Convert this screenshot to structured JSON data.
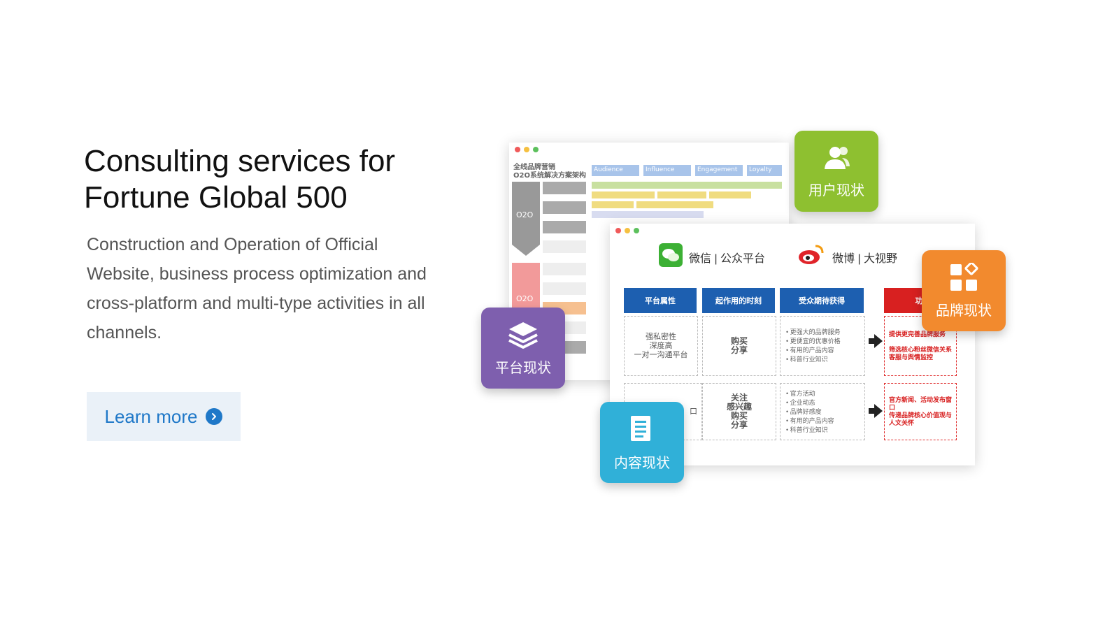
{
  "hero": {
    "title_line1": "Consulting services for",
    "title_line2": "Fortune Global 500",
    "description": "Construction and Operation of Official Website, business process optimization and cross-platform and multi-type activities in all channels.",
    "cta_label": "Learn more",
    "cta_icon": "chevron-right-icon"
  },
  "tiles": {
    "user": {
      "label": "用户现状",
      "icon": "user-group-icon"
    },
    "brand": {
      "label": "品牌现状",
      "icon": "apps-grid-icon"
    },
    "platform": {
      "label": "平台现状",
      "icon": "layers-icon"
    },
    "content": {
      "label": "内容现状",
      "icon": "document-icon"
    }
  },
  "back_panel": {
    "title1": "全线品牌营销",
    "title2": "O2O系统解决方案架构",
    "columns": [
      "Audience",
      "Influence",
      "Engagement",
      "Loyalty"
    ],
    "side1": "O2O",
    "side2": "O2O"
  },
  "front_panel": {
    "wechat": "微信 | 公众平台",
    "weibo": "微博 | 大视野",
    "headers": [
      "平台属性",
      "起作用的时刻",
      "受众期待获得",
      "功"
    ],
    "row1": {
      "col1": "强私密性\n深度高\n一对一沟通平台",
      "col2": "购买\n分享",
      "col3": "• 更强大的品牌服务\n• 更便宜的优惠价格\n• 有用的产品内容\n• 科普行业知识",
      "col4": "提供更完善品牌服务\n\n筛选核心粉丝微信关系\n客服与舆情监控"
    },
    "row2": {
      "col1": "口",
      "col2": "关注\n感兴趣\n购买\n分享",
      "col3": "• 官方活动\n• 企业动态\n• 品牌好感度\n• 有用的产品内容\n• 科普行业知识",
      "col4": "官方新闻、活动发布窗口\n传递品牌核心价值观与人文关怀"
    }
  },
  "colors": {
    "accent": "#1f78c8",
    "green": "#8ec030",
    "orange": "#f28a2e",
    "purple": "#7e5fae",
    "cyan": "#30b0d8",
    "header_blue": "#1d5fb0",
    "red": "#e03030"
  }
}
